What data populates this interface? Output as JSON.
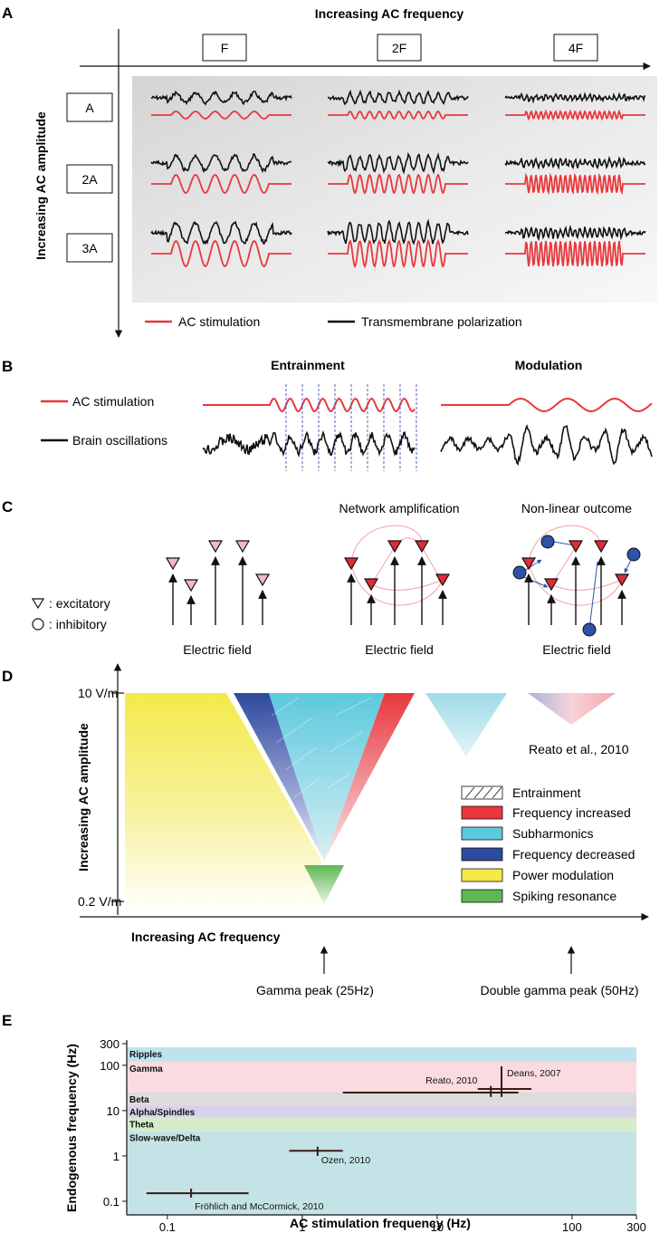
{
  "panel_letters": [
    "A",
    "B",
    "C",
    "D",
    "E"
  ],
  "colors": {
    "stim_red": "#e8383d",
    "black": "#111111",
    "ripples": "#bde3ee",
    "gamma": "#f9dbe0",
    "beta": "#dcdcdc",
    "alpha": "#d6d2ec",
    "theta": "#d5ecc9",
    "slow": "#c4e3e6",
    "inhibitory_blue": "#2d52a8",
    "excitatory_pink": "#f2b8c6",
    "excitatory_red": "#e02c38",
    "yellow": "#f3ea4a",
    "cyan": "#5cc9dd",
    "darkblue": "#2e4a9e",
    "green": "#5db853"
  },
  "panel_a": {
    "title": "Increasing AC frequency",
    "y_label": "Increasing AC amplitude",
    "freq_boxes": [
      "F",
      "2F",
      "4F"
    ],
    "amp_boxes": [
      "A",
      "2A",
      "3A"
    ],
    "legend_stim": "AC stimulation",
    "legend_membrane": "Transmembrane polarization"
  },
  "panel_b": {
    "entrainment": "Entrainment",
    "modulation": "Modulation",
    "stim_label": "AC stimulation",
    "brain_label": "Brain oscillations"
  },
  "panel_c": {
    "network": "Network amplification",
    "nonlinear": "Non-linear outcome",
    "field": "Electric field",
    "exc_legend": ": excitatory",
    "inh_legend": ": inhibitory"
  },
  "panel_d": {
    "y_label": "Increasing AC amplitude",
    "x_label": "Increasing AC frequency",
    "y_high": "10 V/m",
    "y_low": "0.2 V/m",
    "gamma_peak": "Gamma peak (25Hz)",
    "double_gamma_peak": "Double gamma peak (50Hz)",
    "citation": "Reato et al., 2010",
    "legend": [
      "Entrainment",
      "Frequency increased",
      "Subharmonics",
      "Frequency decreased",
      "Power modulation",
      "Spiking resonance"
    ]
  },
  "chart_data": {
    "type": "scatter",
    "xlabel": "AC stimulation frequency (Hz)",
    "ylabel": "Endogenous frequency (Hz)",
    "x_scale": "log",
    "y_scale": "log",
    "xlim": [
      0.05,
      300
    ],
    "ylim": [
      0.05,
      300
    ],
    "x_ticks": [
      "0.1",
      "1",
      "10",
      "100",
      "300"
    ],
    "y_ticks": [
      "0.1",
      "1",
      "10",
      "100",
      "300"
    ],
    "bands": [
      {
        "name": "Ripples",
        "range": [
          120,
          250
        ]
      },
      {
        "name": "Gamma",
        "range": [
          25,
          120
        ]
      },
      {
        "name": "Beta",
        "range": [
          13,
          25
        ]
      },
      {
        "name": "Alpha/Spindles",
        "range": [
          7,
          13
        ]
      },
      {
        "name": "Theta",
        "range": [
          3.5,
          7
        ]
      },
      {
        "name": "Slow-wave/Delta",
        "range": [
          0.05,
          3.5
        ]
      }
    ],
    "studies": [
      {
        "name": "Deans, 2007",
        "x": 30,
        "y": 30,
        "x_range": [
          20,
          50
        ],
        "y_range": [
          20,
          95
        ]
      },
      {
        "name": "Reato, 2010",
        "x": 25,
        "y": 25,
        "x_range": [
          2,
          40
        ],
        "y_range": [
          20,
          35
        ]
      },
      {
        "name": "Ozen, 2010",
        "x": 1.3,
        "y": 1.3,
        "x_range": [
          0.8,
          2
        ],
        "y_range": [
          1,
          1.6
        ]
      },
      {
        "name": "Fröhlich and McCormick, 2010",
        "x": 0.15,
        "y": 0.15,
        "x_range": [
          0.07,
          0.4
        ],
        "y_range": [
          0.12,
          0.19
        ]
      }
    ]
  }
}
